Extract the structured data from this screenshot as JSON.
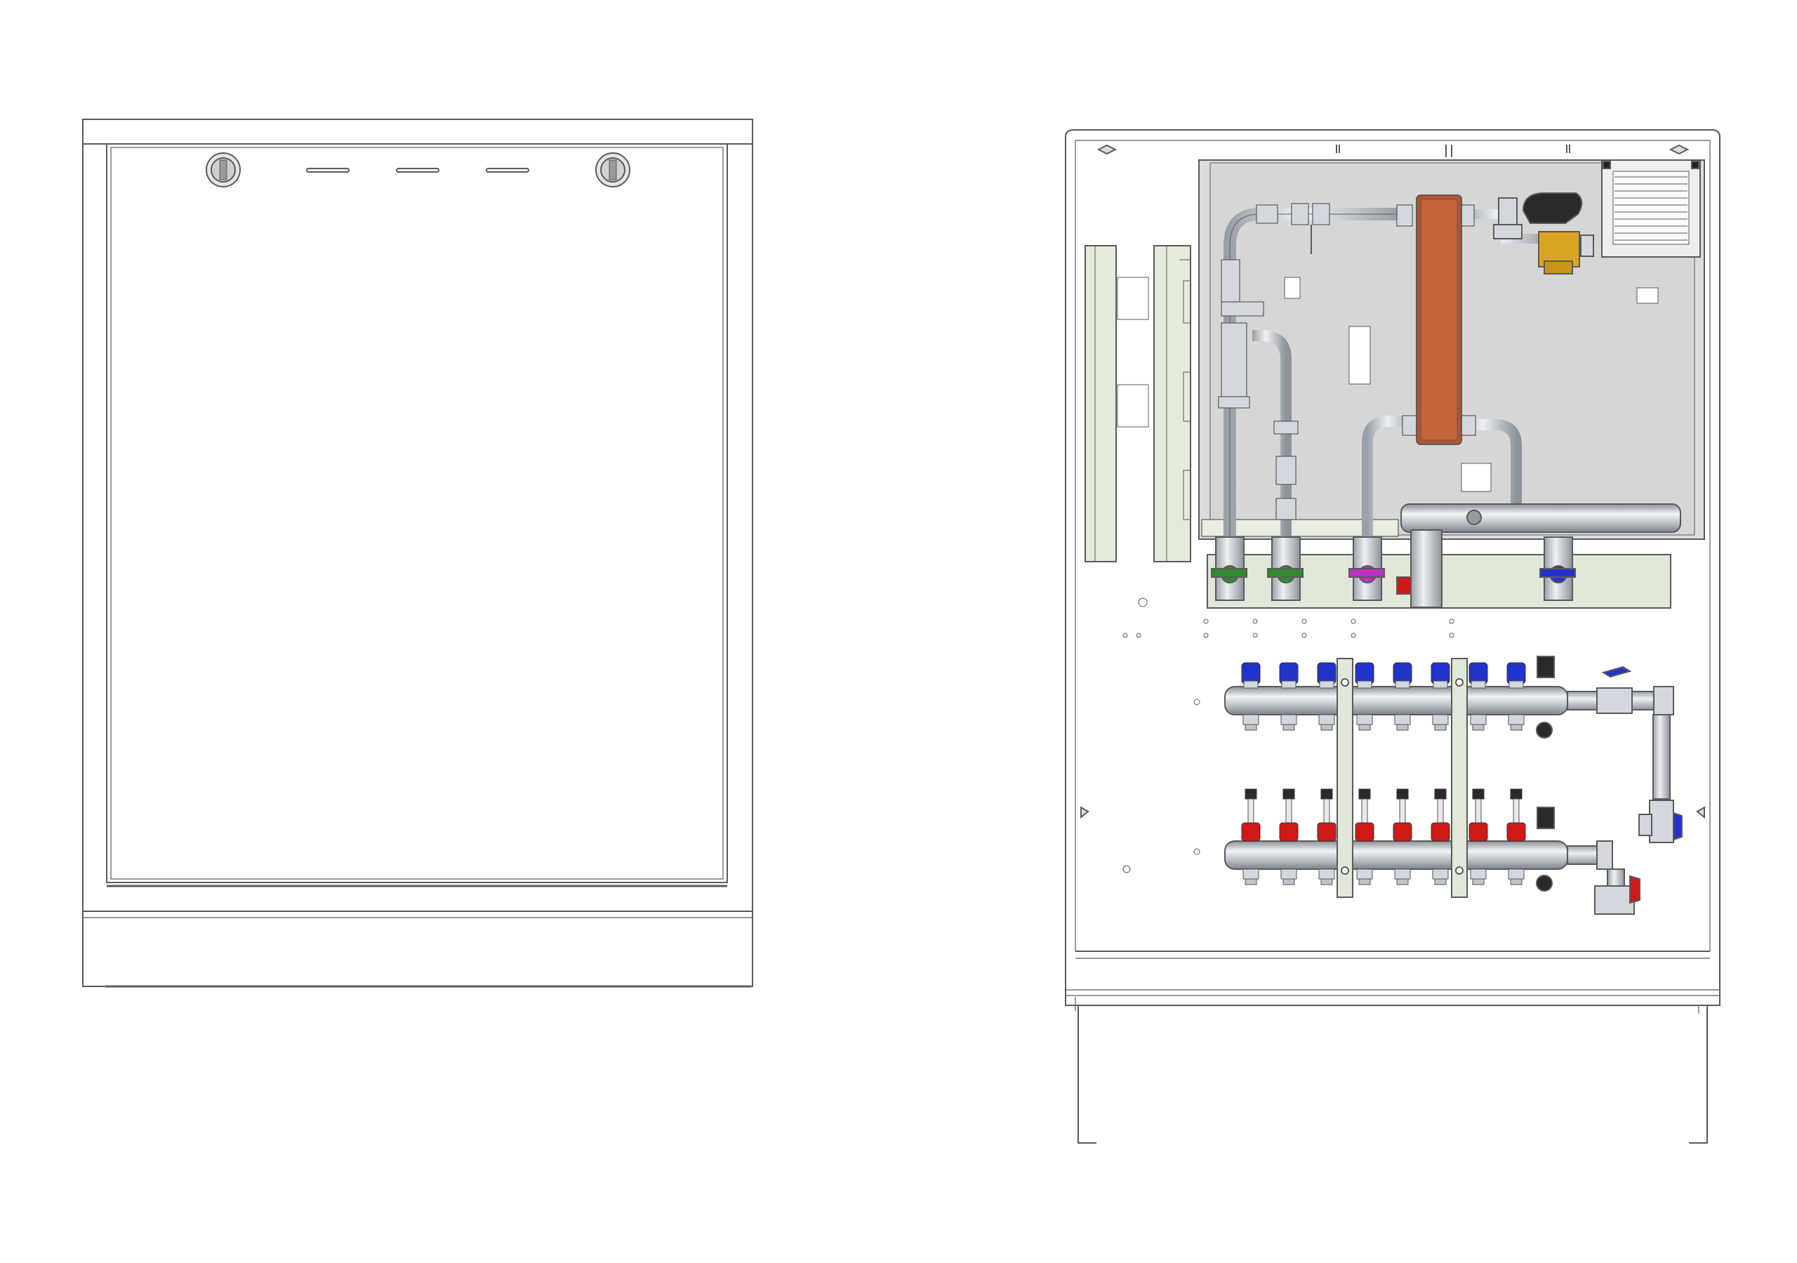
{
  "drawing": {
    "kind": "technical-drawing",
    "views": [
      "cabinet-closed-front",
      "cabinet-open-front"
    ],
    "colors": {
      "line": "#5a5a5a",
      "panel": "#dcdcdc",
      "rail": "#dfe8d9",
      "heat_exchanger": "#b5522d",
      "valve_green": "#2e8b2e",
      "valve_magenta": "#c030c0",
      "valve_blue": "#2233cc",
      "valve_red": "#d01818",
      "brass": "#d4a017",
      "actuator": "#2a2a2a",
      "steel": "#c8ccd2"
    },
    "manifold_supply_outlets": 8,
    "manifold_return_outlets": 8
  }
}
